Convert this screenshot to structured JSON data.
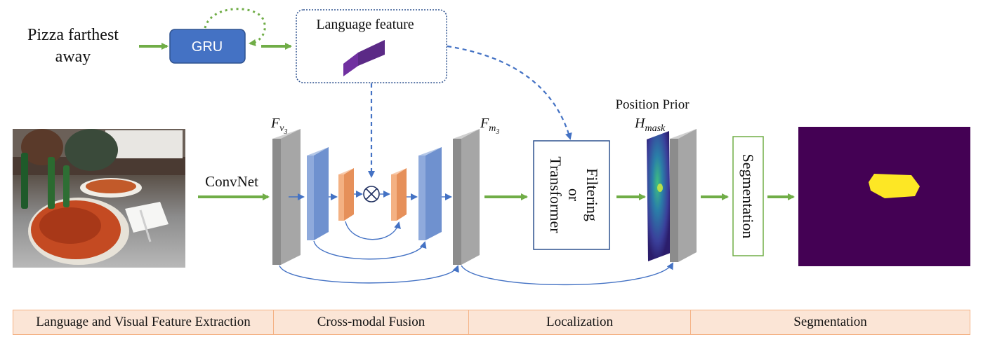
{
  "query": {
    "line1": "Pizza farthest",
    "line2": "away"
  },
  "gru_label": "GRU",
  "language_feature_label": "Language feature",
  "convnet_label": "ConvNet",
  "fv3_label": {
    "main": "F",
    "sub1": "v",
    "sub2": "3"
  },
  "fm3_label": {
    "main": "F",
    "sub1": "m",
    "sub2": "3"
  },
  "localization_box": {
    "line1": "Filtering",
    "line2": "or",
    "line3": "Transformer"
  },
  "position_prior": {
    "line1": "Position Prior",
    "symbol": "H",
    "sub": "mask"
  },
  "segmentation_box_label": "Segmentation",
  "stages": [
    {
      "label": "Language and Visual Feature Extraction"
    },
    {
      "label": "Cross-modal Fusion"
    },
    {
      "label": "Localization"
    },
    {
      "label": "Segmentation"
    }
  ],
  "colors": {
    "green_arrow": "#70ad47",
    "blue_arrow": "#4472c4",
    "gru_fill": "#4472c4",
    "feature_cube": "#7030a0",
    "blue_block": "#8faadc",
    "orange_block": "#f4b183",
    "gray_block": "#a6a6a6",
    "mask_bg": "#440154",
    "mask_fg": "#fde725"
  }
}
